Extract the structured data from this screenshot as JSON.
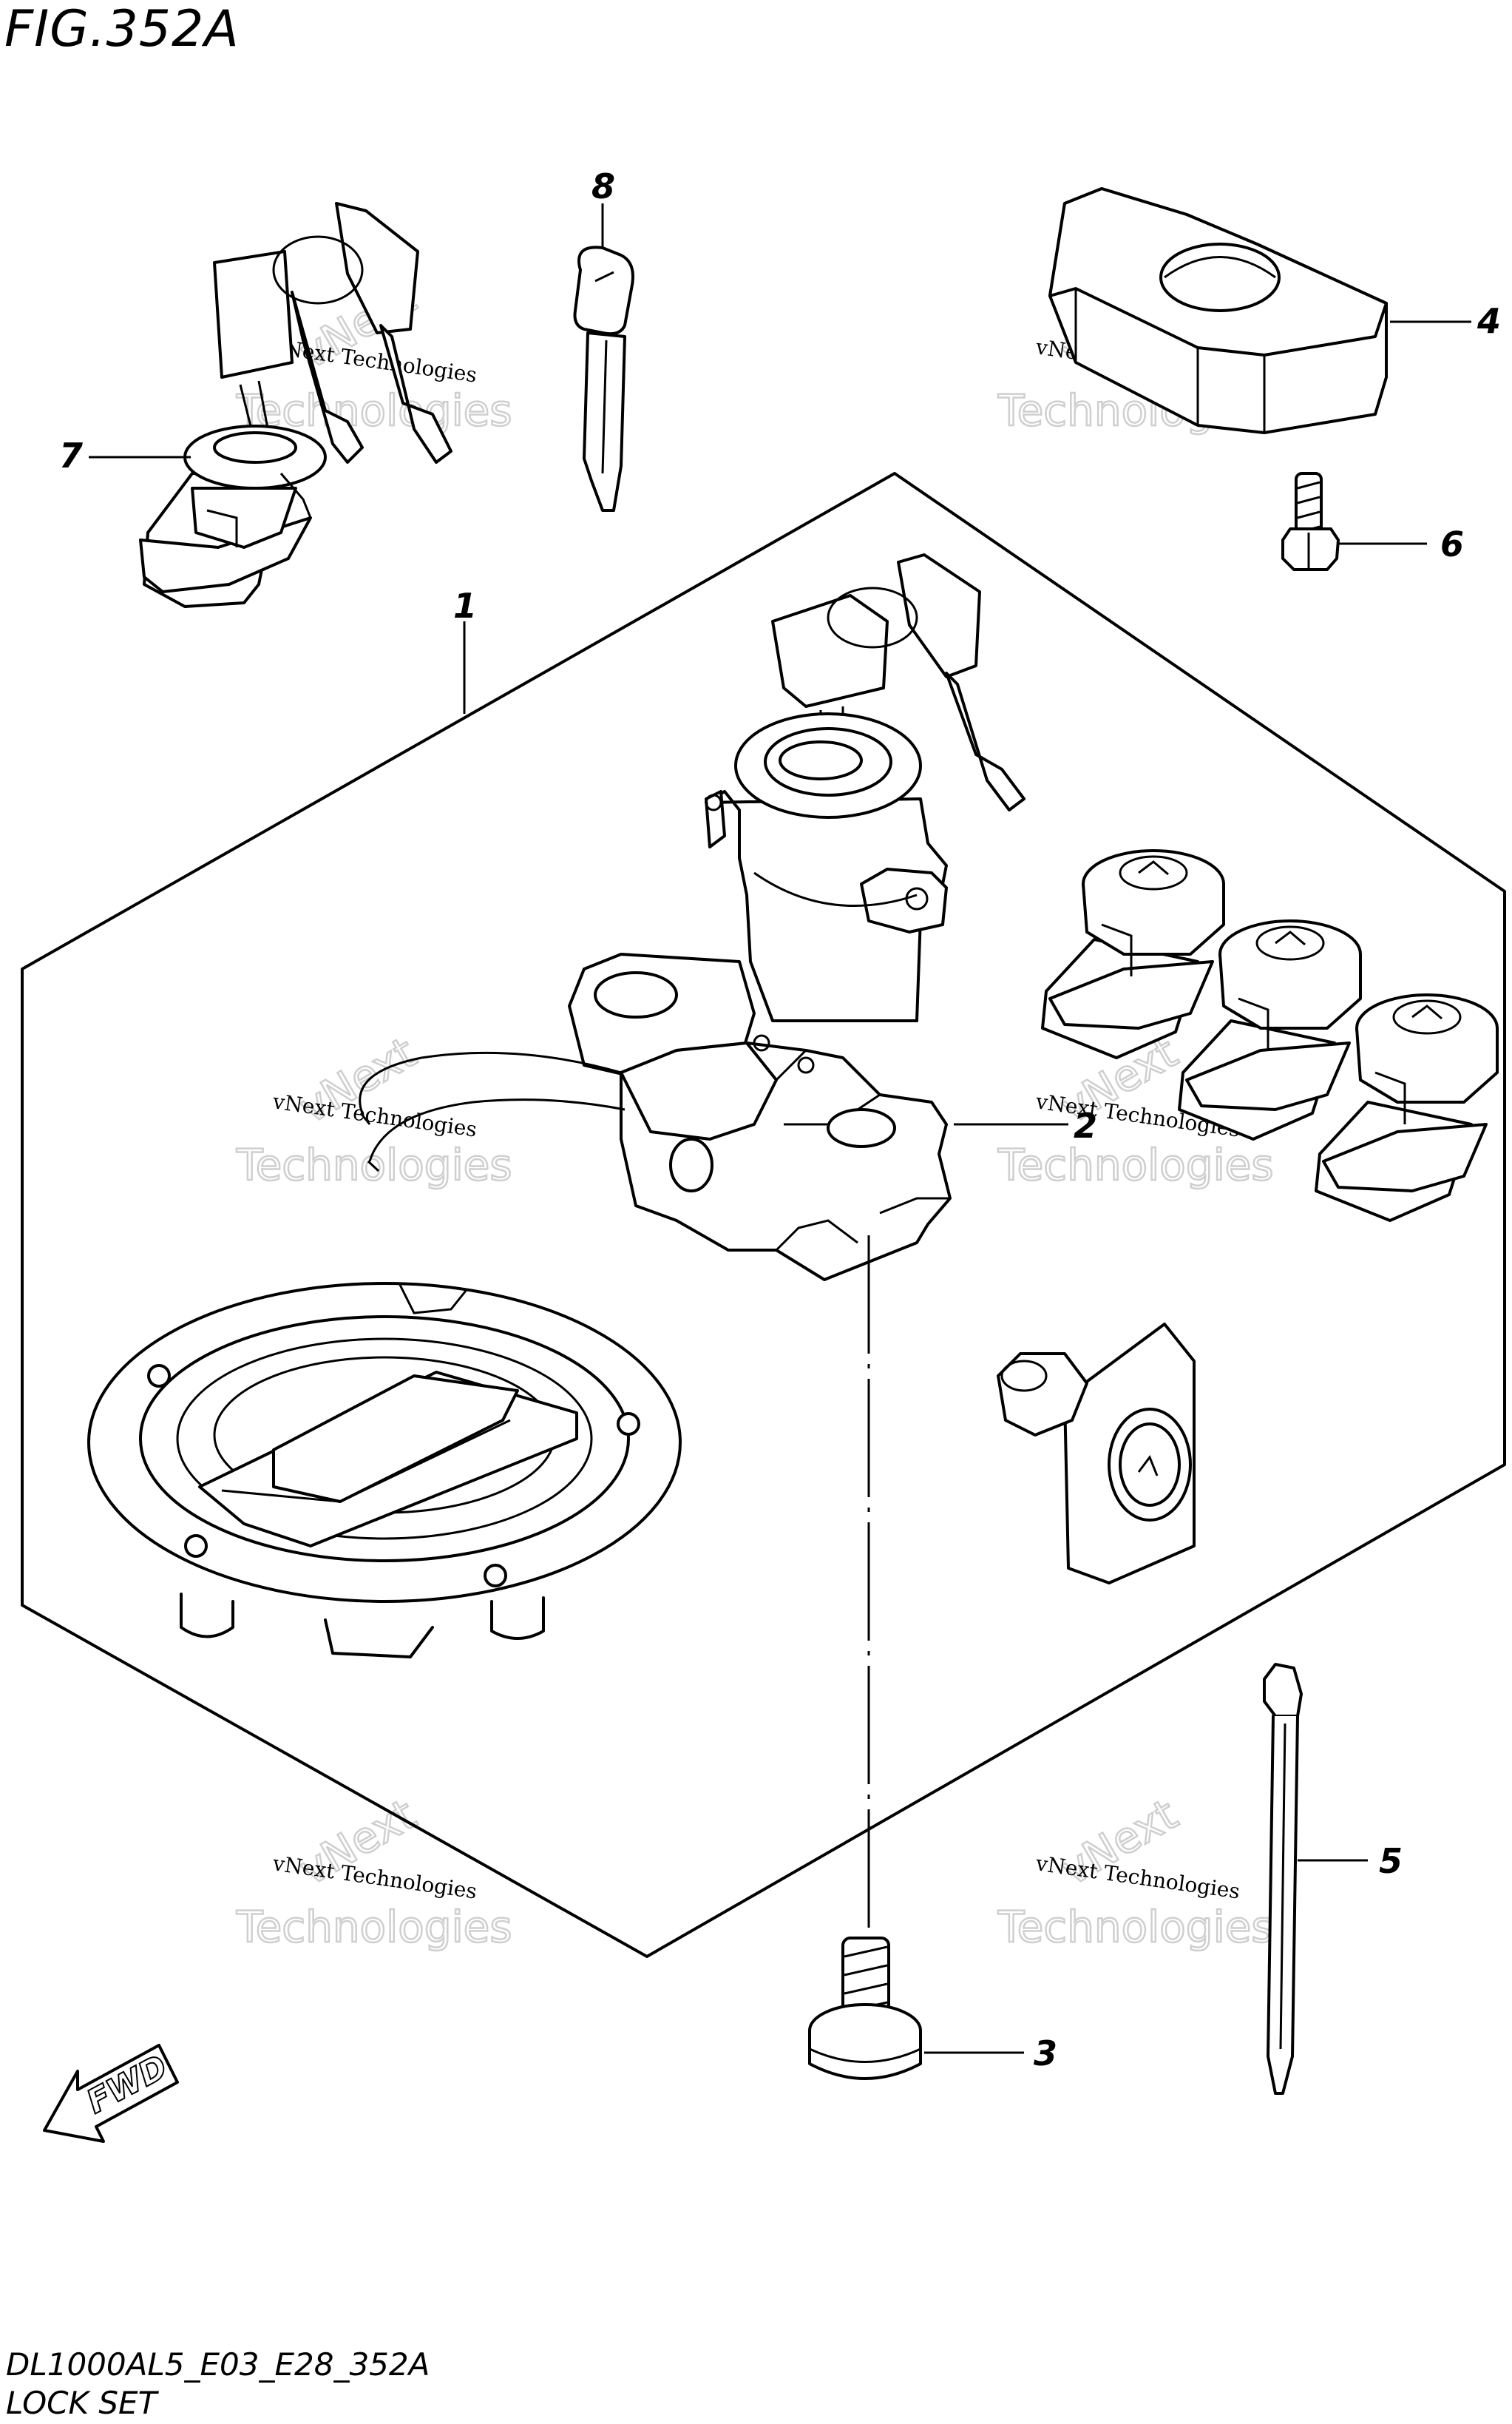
{
  "figure": {
    "title": "FIG.352A"
  },
  "footer": {
    "code": "DL1000AL5_E03_E28_352A",
    "name": "LOCK SET"
  },
  "watermark": {
    "line1": "vNext Technologies",
    "line2": "vNext",
    "line3": "Technologies"
  },
  "callouts": {
    "c1": "1",
    "c2": "2",
    "c3": "3",
    "c4": "4",
    "c5": "5",
    "c6": "6",
    "c7": "7",
    "c8": "8"
  },
  "fwd_label": "FWD",
  "parts": [
    {
      "ref": "1",
      "name": "lock-set"
    },
    {
      "ref": "2",
      "name": "ignition-switch-lead"
    },
    {
      "ref": "3",
      "name": "bolt"
    },
    {
      "ref": "4",
      "name": "cover"
    },
    {
      "ref": "5",
      "name": "cable-tie"
    },
    {
      "ref": "6",
      "name": "screw"
    },
    {
      "ref": "7",
      "name": "lock"
    },
    {
      "ref": "8",
      "name": "key-blank"
    }
  ]
}
